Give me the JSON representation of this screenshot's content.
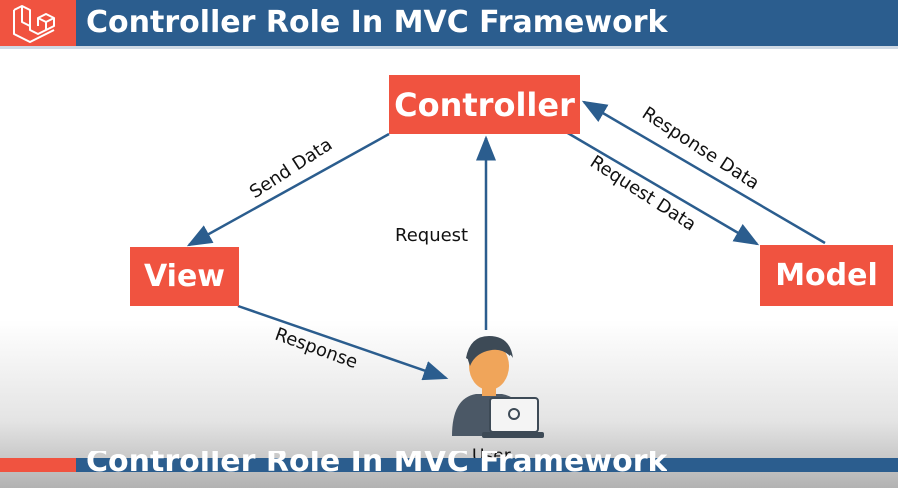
{
  "header": {
    "title": "Controller Role In MVC Framework",
    "logo_icon": "laravel-logo-icon",
    "background_color": "#2b5d8e",
    "logo_color": "#f05340"
  },
  "nodes": {
    "controller": "Controller",
    "view": "View",
    "model": "Model",
    "color": "#f05340"
  },
  "edges": {
    "send_data": "Send Data",
    "request": "Request",
    "response": "Response",
    "response_data": "Response Data",
    "request_data": "Request Data",
    "arrow_color": "#2b5d8e"
  },
  "user": {
    "label": "User",
    "icon": "user-laptop-icon"
  },
  "footer_overlay": {
    "title": "Controller Role In MVC Framework"
  }
}
